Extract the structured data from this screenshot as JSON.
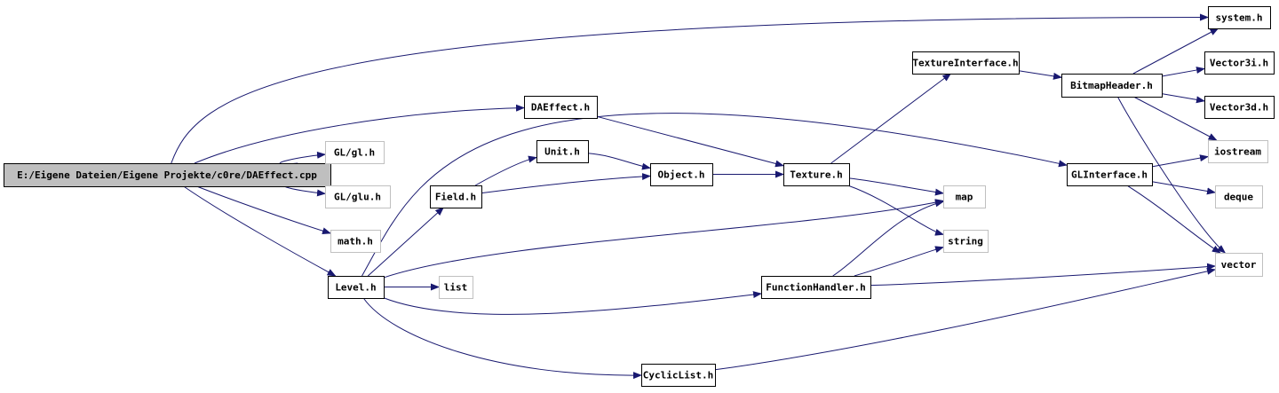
{
  "graph": {
    "edge_color": "#191970",
    "root_fill": "#bfbfbf",
    "node_fill": "#ffffff",
    "box_stroke": "#000000",
    "external_stroke": "#c0c0c0",
    "nodes": [
      {
        "id": "root",
        "label": "E:/Eigene Dateien/Eigene Projekte/c0re/DAEffect.cpp",
        "kind": "root"
      },
      {
        "id": "system",
        "label": "system.h",
        "kind": "file"
      },
      {
        "id": "gl",
        "label": "GL/gl.h",
        "kind": "external"
      },
      {
        "id": "glu",
        "label": "GL/glu.h",
        "kind": "external"
      },
      {
        "id": "math",
        "label": "math.h",
        "kind": "external"
      },
      {
        "id": "daeffect",
        "label": "DAEffect.h",
        "kind": "file"
      },
      {
        "id": "level",
        "label": "Level.h",
        "kind": "file"
      },
      {
        "id": "field",
        "label": "Field.h",
        "kind": "file"
      },
      {
        "id": "unit",
        "label": "Unit.h",
        "kind": "file"
      },
      {
        "id": "object",
        "label": "Object.h",
        "kind": "file"
      },
      {
        "id": "texture",
        "label": "Texture.h",
        "kind": "file"
      },
      {
        "id": "texint",
        "label": "TextureInterface.h",
        "kind": "file"
      },
      {
        "id": "bitmap",
        "label": "BitmapHeader.h",
        "kind": "file"
      },
      {
        "id": "glint",
        "label": "GLInterface.h",
        "kind": "file"
      },
      {
        "id": "vec3i",
        "label": "Vector3i.h",
        "kind": "file"
      },
      {
        "id": "vec3d",
        "label": "Vector3d.h",
        "kind": "file"
      },
      {
        "id": "iostream",
        "label": "iostream",
        "kind": "external"
      },
      {
        "id": "deque",
        "label": "deque",
        "kind": "external"
      },
      {
        "id": "vector",
        "label": "vector",
        "kind": "external"
      },
      {
        "id": "map",
        "label": "map",
        "kind": "external"
      },
      {
        "id": "string",
        "label": "string",
        "kind": "external"
      },
      {
        "id": "list",
        "label": "list",
        "kind": "external"
      },
      {
        "id": "funchandler",
        "label": "FunctionHandler.h",
        "kind": "file"
      },
      {
        "id": "cyclic",
        "label": "CyclicList.h",
        "kind": "file"
      }
    ],
    "edges": [
      [
        "root",
        "system"
      ],
      [
        "root",
        "daeffect"
      ],
      [
        "root",
        "gl"
      ],
      [
        "root",
        "glu"
      ],
      [
        "root",
        "math"
      ],
      [
        "root",
        "level"
      ],
      [
        "daeffect",
        "texture"
      ],
      [
        "level",
        "field"
      ],
      [
        "level",
        "glint"
      ],
      [
        "level",
        "map"
      ],
      [
        "level",
        "list"
      ],
      [
        "level",
        "funchandler"
      ],
      [
        "level",
        "cyclic"
      ],
      [
        "field",
        "unit"
      ],
      [
        "field",
        "object"
      ],
      [
        "unit",
        "object"
      ],
      [
        "object",
        "texture"
      ],
      [
        "texture",
        "texint"
      ],
      [
        "texture",
        "map"
      ],
      [
        "texture",
        "string"
      ],
      [
        "texint",
        "bitmap"
      ],
      [
        "bitmap",
        "system"
      ],
      [
        "bitmap",
        "vec3i"
      ],
      [
        "bitmap",
        "vec3d"
      ],
      [
        "bitmap",
        "iostream"
      ],
      [
        "bitmap",
        "vector"
      ],
      [
        "glint",
        "iostream"
      ],
      [
        "glint",
        "deque"
      ],
      [
        "glint",
        "vector"
      ],
      [
        "funchandler",
        "map"
      ],
      [
        "funchandler",
        "string"
      ],
      [
        "funchandler",
        "vector"
      ],
      [
        "cyclic",
        "vector"
      ]
    ]
  }
}
